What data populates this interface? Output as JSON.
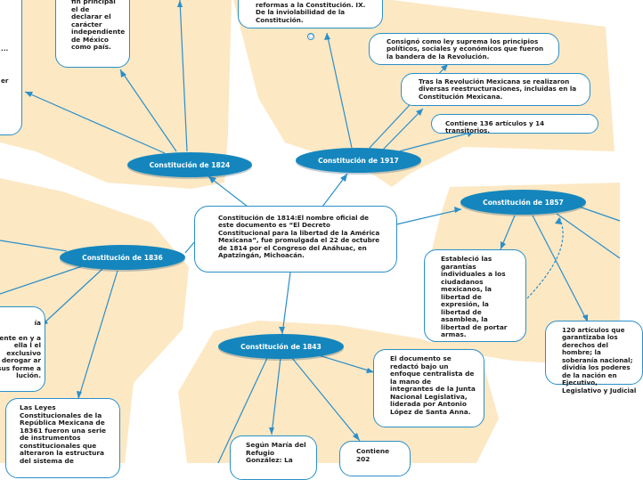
{
  "colors": {
    "accent": "#1486bd",
    "line": "#2a8fc8",
    "region": "#fde8c4",
    "card_border": "#2a8fc8"
  },
  "center": {
    "text": "Constitución de 1814:El nombre oficial de este documento es “El Decreto Constitucional para la libertad de la América Mexicana”, fue promulgada el 22 de octubre de 1814 por el Congreso del Anáhuac, en Apatzingán, Michoacán."
  },
  "topics": {
    "c1824": {
      "label": "Constitución de 1824"
    },
    "c1917": {
      "label": "Constitución de 1917"
    },
    "c1857": {
      "label": "Constitución de 1857"
    },
    "c1836": {
      "label": "Constitución de 1836"
    },
    "c1843": {
      "label": "Constitución de 1843"
    }
  },
  "cards": {
    "c1824_fin": {
      "text": "fin principal el de declarar el carácter independiente de México como país."
    },
    "c1824_left_top": {
      "text": "..."
    },
    "c1824_left_mid": {
      "text": "er"
    },
    "c1917_reformas": {
      "text": "reformas a la Constitución. IX. De la inviolabilidad de la Constitución."
    },
    "c1917_consigno": {
      "text": "Consignó como ley suprema los principios políticos, sociales y económicos que fueron la bandera de la Revolución."
    },
    "c1917_tras": {
      "text": "Tras la Revolución Mexicana se realizaron diversas reestructuraciones, incluidas en la Constitución Mexicana."
    },
    "c1917_contiene": {
      "text": "Contiene 136 artículos y 14 transitorios."
    },
    "c1857_establecio": {
      "text": "Estableció las garantías individuales a los ciudadanos mexicanos, la libertad de expresión, la libertad de asamblea, la libertad de portar armas."
    },
    "c1857_120": {
      "text": "120 artículos que garantizaba los derechos del hombre; la soberanía nacional; dividía los poderes de la nación en Ejecutivo, Legislativo y Judicial"
    },
    "c1836_left": {
      "text": "ía\n\nente en y a ella l el exclusivo derogar ar sus forme a lución."
    },
    "c1836_leyes": {
      "text": "Las Leyes Constitucionales de la República Mexicana de 18361 fueron una serie de instrumentos constitucionales que alteraron la estructura del sistema de"
    },
    "c1843_documento": {
      "text": "El documento se redactó bajo un enfoque centralista de la mano de integrantes de la Junta Nacional Legislativa, liderada por Antonio López de Santa Anna."
    },
    "c1843_segun": {
      "text": "Según María del Refugio González:  La"
    },
    "c1843_contiene": {
      "text": "Contiene 202"
    }
  },
  "collapse_symbol": "○"
}
